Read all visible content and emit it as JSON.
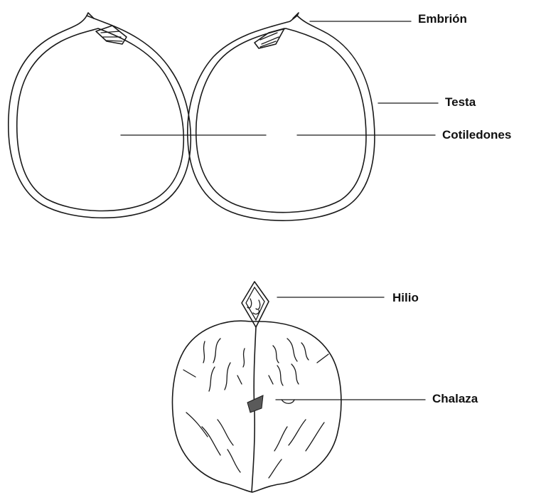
{
  "labels": {
    "embrion": "Embrión",
    "testa": "Testa",
    "cotiledones": "Cotiledones",
    "hilio": "Hilio",
    "chalaza": "Chalaza"
  },
  "colors": {
    "line": "#1a1a1a",
    "text": "#111111",
    "background": "#ffffff"
  }
}
